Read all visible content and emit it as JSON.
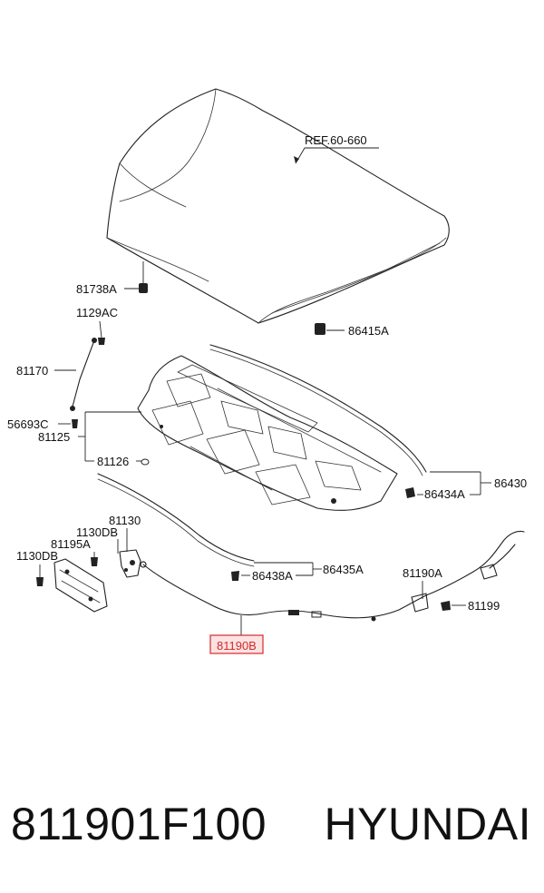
{
  "labels": {
    "ref": "REF.60-660",
    "p81738A": "81738A",
    "p86415A": "86415A",
    "p1129AC": "1129AC",
    "p81170": "81170",
    "p56693C": "56693C",
    "p81125": "81125",
    "p81126": "81126",
    "p86430": "86430",
    "p86434A": "86434A",
    "p81130": "81130",
    "p1130DB_top": "1130DB",
    "p81195A": "81195A",
    "p1130DB_left": "1130DB",
    "p86438A": "86438A",
    "p86435A": "86435A",
    "p81190A": "81190A",
    "p81199": "81199",
    "p81190B": "81190B"
  },
  "highlight_color": "#d42a2a",
  "caption": {
    "part_number": "811901F100",
    "brand": "HYUNDAI"
  }
}
